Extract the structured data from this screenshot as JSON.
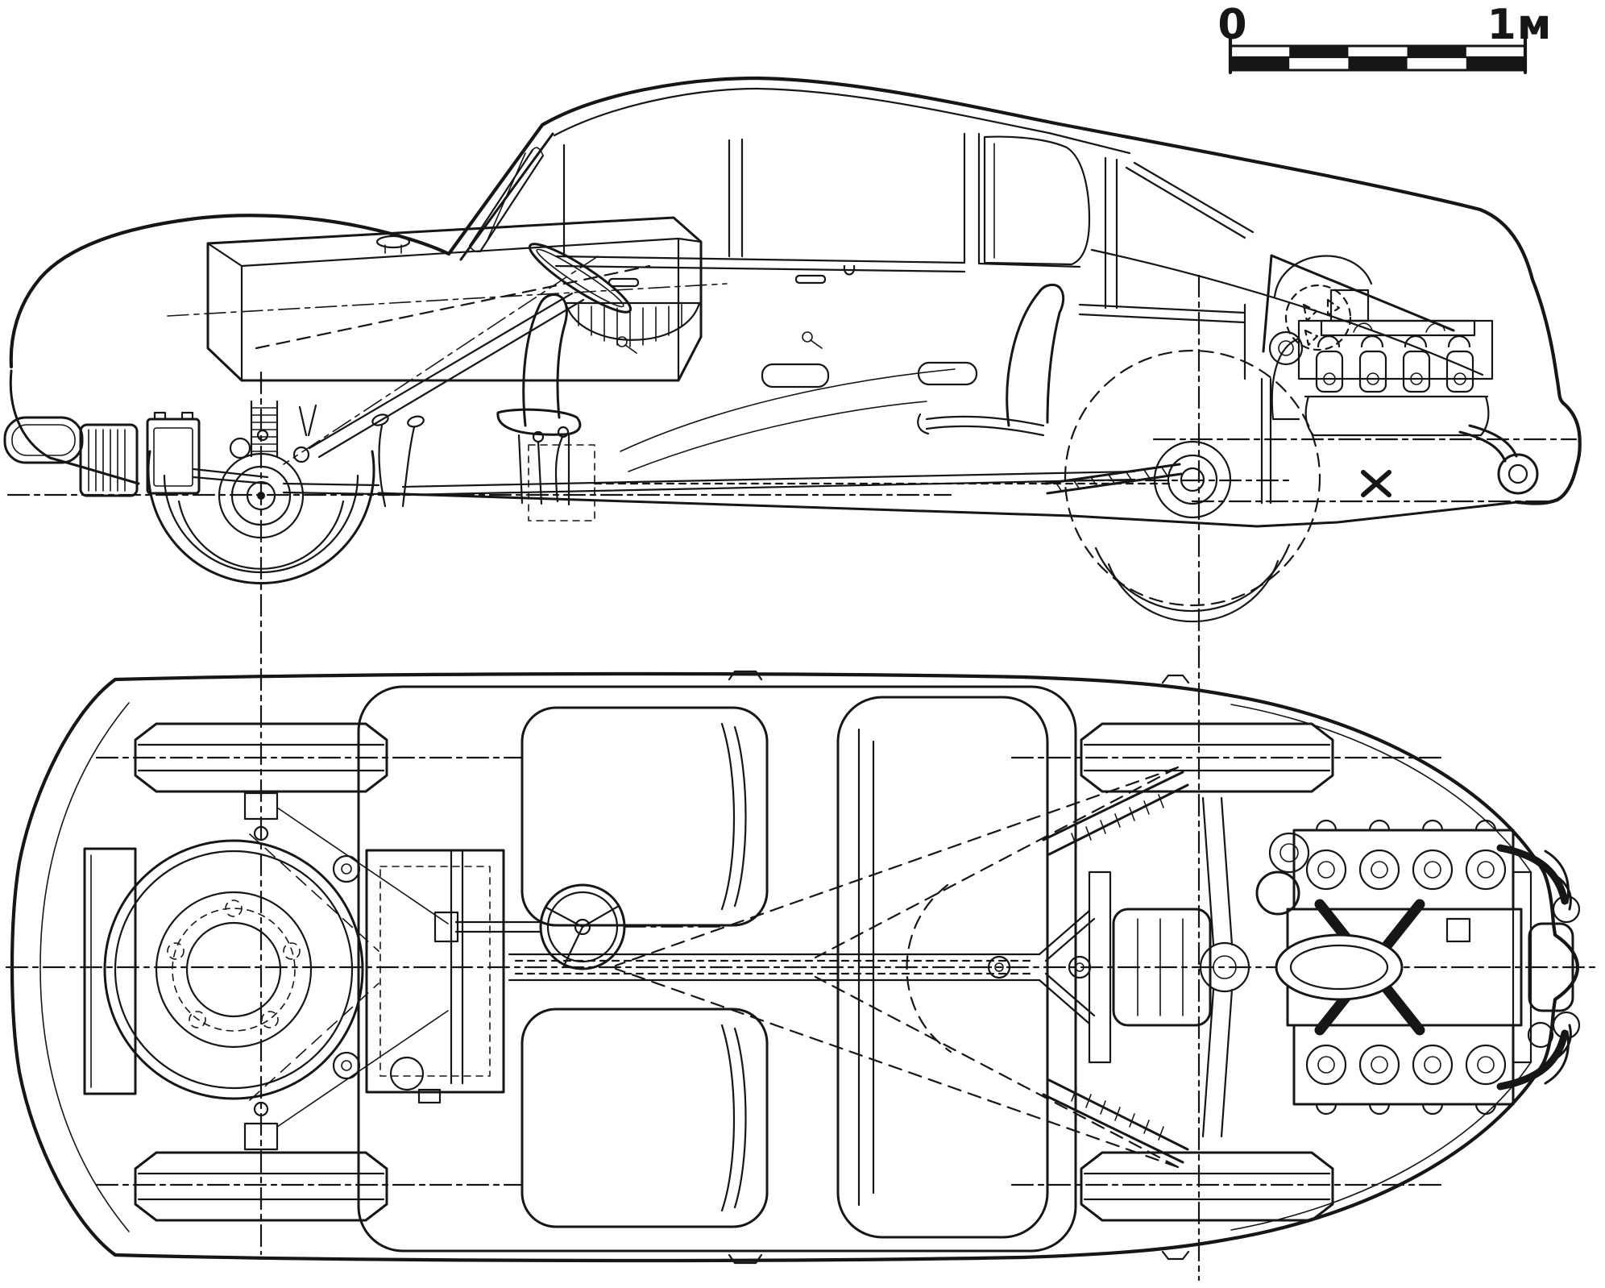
{
  "colors": {
    "ink": "#161616",
    "paper": "#ffffff"
  },
  "scale_bar": {
    "start_label": "0",
    "end_label": "1м",
    "divisions_per_row": 5,
    "rows": 2
  }
}
